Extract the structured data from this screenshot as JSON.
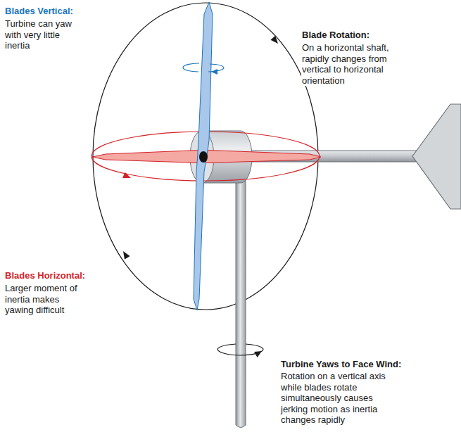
{
  "diagram": {
    "labels": [
      "Blades Vertical:",
      "Turbine can yaw with very little inertia",
      "Blade Rotation:",
      "On a horizontal shaft, rapidly changes from vertical to horizontal orientation",
      "Blades Horizontal:",
      "Larger moment of inertia makes yawing difficult",
      "Turbine Yaws to Face Wind:",
      "Rotation on a vertical axis while blades rotate simultaneously causes jerking motion as inertia changes rapidly"
    ]
  }
}
